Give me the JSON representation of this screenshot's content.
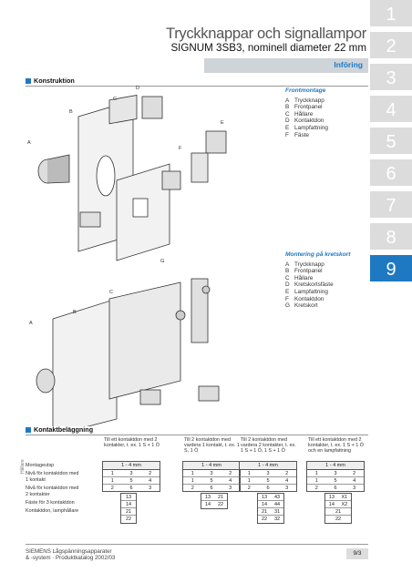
{
  "title": {
    "main": "Tryckknappar och signallampor",
    "sub": "SIGNUM 3SB3, nominell diameter 22 mm"
  },
  "intro": "Införing",
  "tabs": [
    "1",
    "2",
    "3",
    "4",
    "5",
    "6",
    "7",
    "8",
    "9"
  ],
  "active_tab": "9",
  "sections": {
    "construction": "Konstruktion",
    "contacts": "Kontaktbeläggning"
  },
  "front_mount": {
    "heading": "Frontmontage",
    "items": [
      {
        "k": "A",
        "v": "Tryckknapp"
      },
      {
        "k": "B",
        "v": "Frontpanel"
      },
      {
        "k": "C",
        "v": "Hållare"
      },
      {
        "k": "D",
        "v": "Kontaktdon"
      },
      {
        "k": "E",
        "v": "Lampfattning"
      },
      {
        "k": "F",
        "v": "Fäste"
      }
    ]
  },
  "board_mount": {
    "heading": "Montering på kretskort",
    "items": [
      {
        "k": "A",
        "v": "Tryckknapp"
      },
      {
        "k": "B",
        "v": "Frontpanel"
      },
      {
        "k": "C",
        "v": "Hållare"
      },
      {
        "k": "D",
        "v": "Kretskortsfäste"
      },
      {
        "k": "E",
        "v": "Lampfattning"
      },
      {
        "k": "F",
        "v": "Kontaktdon"
      },
      {
        "k": "G",
        "v": "Kretskort"
      }
    ]
  },
  "drawing_letters": [
    "A",
    "B",
    "C",
    "D",
    "E",
    "F",
    "G"
  ],
  "contact_columns": [
    {
      "caption": "Till ett kontaktdon med 2 kontakter, t. ex. 1 S + 1 Ö",
      "range": "1 - 4 mm",
      "r1": [
        "1",
        "3",
        "2"
      ],
      "r2": [
        "1",
        "5",
        "4"
      ],
      "r3": [
        "2",
        "6",
        "3"
      ],
      "ext": [
        [
          "13"
        ],
        [
          "14"
        ],
        [
          "21"
        ],
        [
          "22"
        ]
      ]
    },
    {
      "caption": "Till 2 kontaktdon med vardera 1 kontakt, t. ex. 1 S, 1 Ö",
      "range": "1 - 4 mm",
      "r1": [
        "1",
        "3",
        "2"
      ],
      "r2": [
        "1",
        "5",
        "4"
      ],
      "r3": [
        "2",
        "6",
        "3"
      ],
      "ext": [
        [
          "13",
          "21"
        ],
        [
          "14",
          "22"
        ]
      ]
    },
    {
      "caption": "Till 2 kontaktdon med vardera 2 kontakter, t. ex. 1 S + 1 Ö, 1 S + 1 Ö",
      "range": "1 - 4 mm",
      "r1": [
        "1",
        "3",
        "2"
      ],
      "r2": [
        "1",
        "5",
        "4"
      ],
      "r3": [
        "2",
        "6",
        "3"
      ],
      "ext": [
        [
          "13",
          "43"
        ],
        [
          "14",
          "44"
        ],
        [
          "21",
          "31"
        ],
        [
          "22",
          "32"
        ]
      ]
    },
    {
      "caption": "Till ett kontaktdon med 2 kontakter, t. ex. 1 S + 1 Ö och en lampfattning",
      "range": "1 - 4 mm",
      "r1": [
        "1",
        "3",
        "2"
      ],
      "r2": [
        "1",
        "5",
        "4"
      ],
      "r3": [
        "2",
        "6",
        "3"
      ],
      "ext": [
        [
          "13",
          "X1"
        ],
        [
          "14",
          "X2"
        ],
        [
          "21"
        ],
        [
          "22"
        ]
      ]
    }
  ],
  "left_labels": {
    "vertical": "Hållare",
    "items": [
      "Montageutsp",
      "Nivå för kontaktdon med 1 kontakt",
      "Nivå för kontaktdon med 2 kontakter",
      "Fäste för 3 kontaktdon",
      "Kontaktdon, lamphållare"
    ]
  },
  "footer": {
    "line1": "SIEMENS Lågspänningsapparater",
    "line2": "& -system · Produktkatalog 2002/03",
    "page": "9/3"
  }
}
